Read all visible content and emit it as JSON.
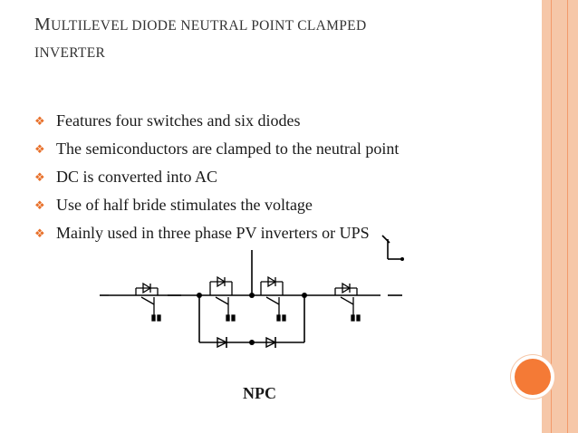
{
  "slide": {
    "title_first_letter": "M",
    "title_rest_line1": "ULTILEVEL DIODE NEUTRAL POINT CLAMPED",
    "title_line2": "INVERTER",
    "bullets": [
      "Features four switches and six diodes",
      "The semiconductors are clamped to the neutral point",
      "DC is converted into AC",
      "Use of half bride stimulates the voltage",
      "Mainly used in three phase PV inverters or UPS"
    ],
    "caption": "NPC",
    "accent_color": "#e8702a",
    "sidebar_color": "#f6c7a8"
  }
}
